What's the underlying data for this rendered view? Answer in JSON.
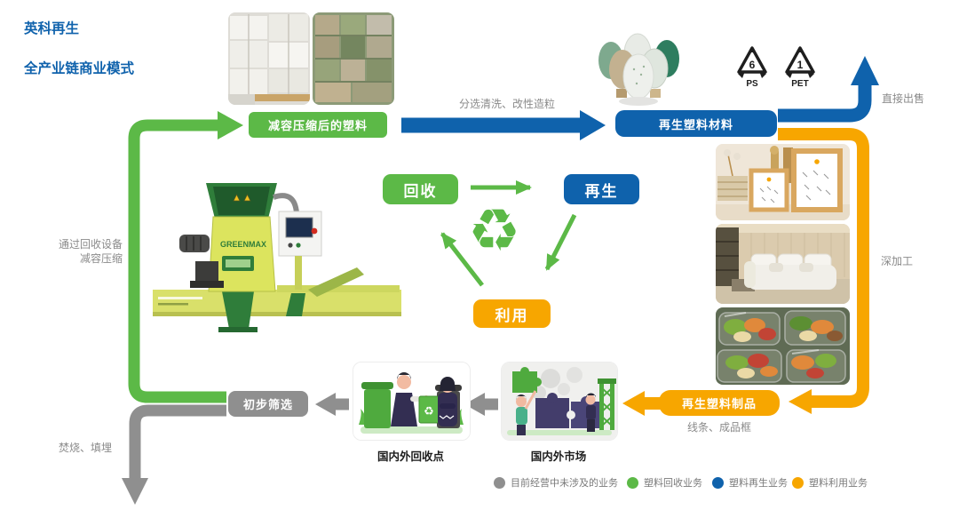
{
  "colors": {
    "green": "#5cb947",
    "blue": "#0f62ac",
    "orange": "#f7a600",
    "gray": "#8f8f8f",
    "title_blue": "#0f62ac"
  },
  "title": {
    "line1": "英科再生",
    "line2": "全产业链商业模式"
  },
  "flow": {
    "compressed_plastic": "减容压缩后的塑料",
    "sorting_note": "分选清洗、改性造粒",
    "recycled_material": "再生塑料材料",
    "direct_sale": "直接出售",
    "deep_processing": "深加工",
    "recycled_products": "再生塑料制品",
    "products_note": "线条、成品框",
    "markets": "国内外市场",
    "collection_points": "国内外回收点",
    "initial_screening": "初步筛选",
    "equipment_note_line1": "通过回收设备",
    "equipment_note_line2": "减容压缩",
    "disposal_note": "焚烧、填埋"
  },
  "cycle": {
    "recycle": "回收",
    "regenerate": "再生",
    "utilize": "利用",
    "symbol": "♻"
  },
  "resin_codes": [
    {
      "number": "6",
      "label": "PS"
    },
    {
      "number": "1",
      "label": "PET"
    }
  ],
  "machine": {
    "brand": "GREENMAX"
  },
  "legend": [
    {
      "label": "目前经营中未涉及的业务",
      "color": "#8f8f8f"
    },
    {
      "label": "塑料回收业务",
      "color": "#5cb947"
    },
    {
      "label": "塑料再生业务",
      "color": "#0f62ac"
    },
    {
      "label": "塑料利用业务",
      "color": "#f7a600"
    }
  ]
}
